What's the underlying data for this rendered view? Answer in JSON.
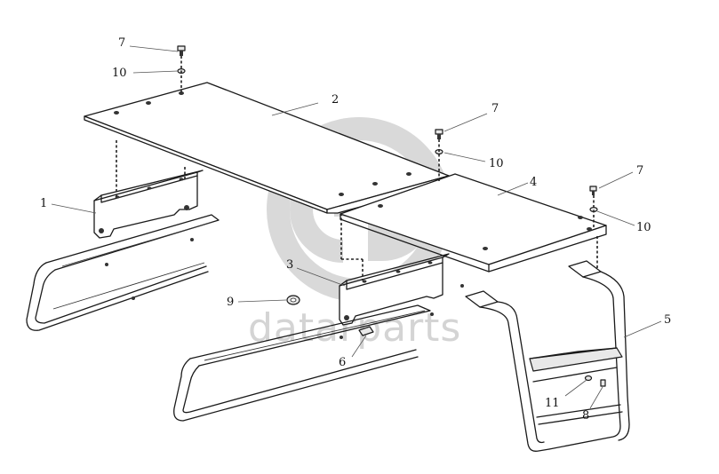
{
  "watermark": {
    "text": "datarparts",
    "color": "#d4d4d4"
  },
  "callouts": [
    {
      "id": "c7a",
      "text": "7"
    },
    {
      "id": "c10a",
      "text": "10"
    },
    {
      "id": "c2",
      "text": "2"
    },
    {
      "id": "c7b",
      "text": "7"
    },
    {
      "id": "c10b",
      "text": "10"
    },
    {
      "id": "c7c",
      "text": "7"
    },
    {
      "id": "c4",
      "text": "4"
    },
    {
      "id": "c10c",
      "text": "10"
    },
    {
      "id": "c1",
      "text": "1"
    },
    {
      "id": "c3",
      "text": "3"
    },
    {
      "id": "c9",
      "text": "9"
    },
    {
      "id": "c6",
      "text": "6"
    },
    {
      "id": "c5",
      "text": "5"
    },
    {
      "id": "c11",
      "text": "11"
    },
    {
      "id": "c8",
      "text": "8"
    }
  ]
}
